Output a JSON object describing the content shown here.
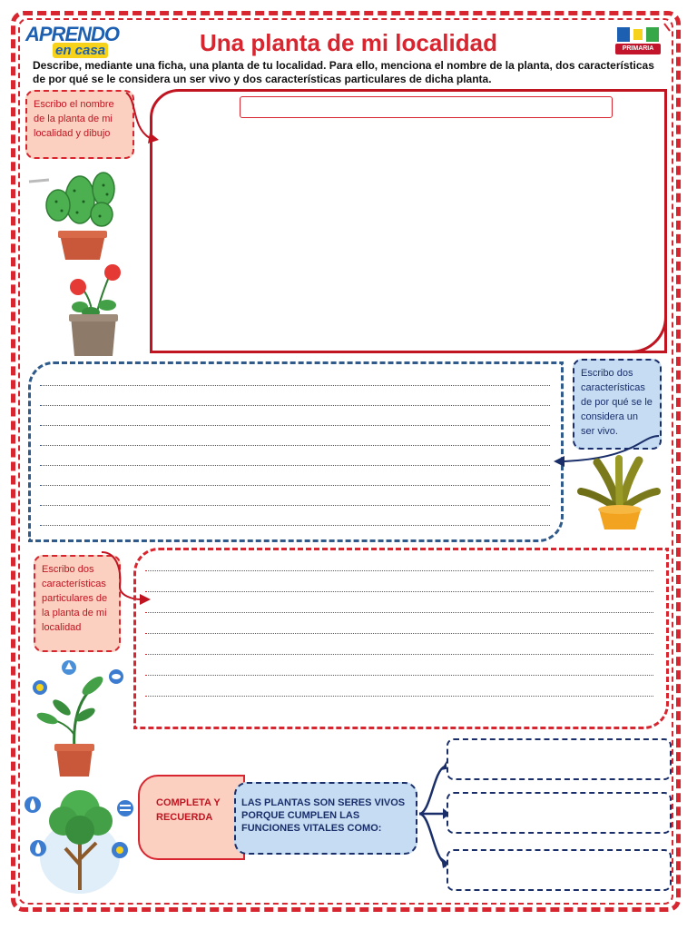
{
  "header": {
    "logo_main": "APRENDO",
    "logo_sub": "en casa",
    "title": "Una planta de mi localidad",
    "grade_badge": "PRIMARIA"
  },
  "instructions": "Describe, mediante una ficha, una planta de tu localidad. Para ello, menciona el nombre de la planta, dos características de por qué se le considera un ser vivo y dos características particulares de dicha planta.",
  "sections": {
    "name_label": "Escribo el nombre de la planta de mi localidad y dibujo",
    "living_label": "Escribo dos características de por qué se le considera un ser vivo.",
    "particular_label": "Escribo dos características particulares de la planta de mi localidad"
  },
  "completa": {
    "tab_label": "COMPLETA Y RECUERDA",
    "statement": "LAS PLANTAS SON SERES VIVOS PORQUE CUMPLEN LAS FUNCIONES VITALES COMO:"
  },
  "colors": {
    "accent_red": "#d72630",
    "accent_blue": "#1a2f6a",
    "label_red_bg": "#fbd0c0",
    "label_blue_bg": "#c6dcf3"
  },
  "icons": [
    "cactus-icon",
    "geranium-icon",
    "agave-plant-icon",
    "seedling-icon",
    "tree-icon"
  ]
}
